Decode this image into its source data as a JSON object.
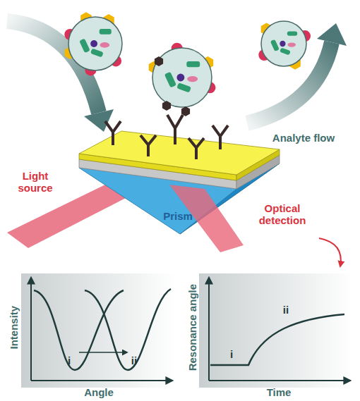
{
  "diagram": {
    "nodes": [
      {
        "text": [
          "Prism"
        ]
      }
    ],
    "labels": [
      "Analyte flow",
      "Light source",
      "Optical detection",
      "Intensity",
      "Angle",
      "i",
      "ii",
      "Resonance angle",
      "Time",
      "i",
      "ii"
    ]
  }
}
